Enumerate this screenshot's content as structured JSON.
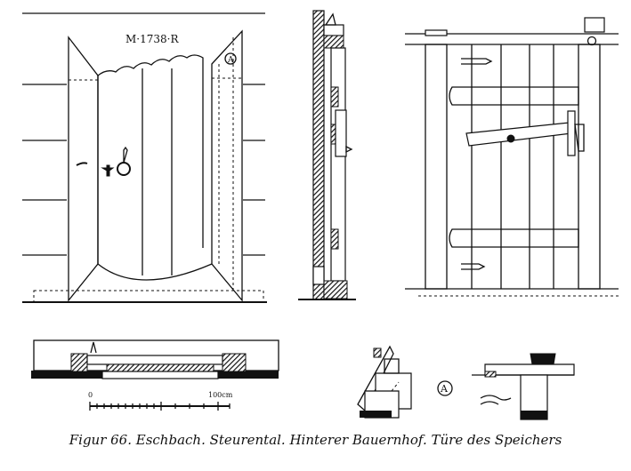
{
  "inscription": "M·1738·R",
  "detail_marker": "A",
  "scale": {
    "zero": "0",
    "end": "100cm"
  },
  "caption": "Figur 66. Eschbach. Steurental. Hinterer Bauernhof. Türe des Speichers"
}
